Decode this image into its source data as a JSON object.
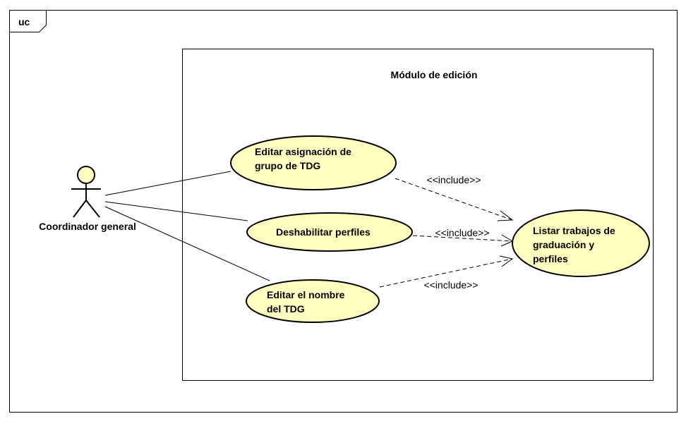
{
  "frame": {
    "label": "uc"
  },
  "system_boundary": {
    "title": "Módulo de edición"
  },
  "actor": {
    "name": "Coordinador general"
  },
  "use_cases": [
    {
      "id": "uc1",
      "lines": [
        "Editar asignación de",
        "grupo de TDG"
      ]
    },
    {
      "id": "uc2",
      "lines": [
        "Deshabilitar perfiles"
      ]
    },
    {
      "id": "uc3",
      "lines": [
        "Editar el nombre",
        "del TDG"
      ]
    },
    {
      "id": "uc4",
      "lines": [
        "Listar trabajos de",
        "graduación y",
        "perfiles"
      ]
    }
  ],
  "relationships": [
    {
      "from": "uc1",
      "to": "uc4",
      "label": "<<include>>"
    },
    {
      "from": "uc2",
      "to": "uc4",
      "label": "<<include>>"
    },
    {
      "from": "uc3",
      "to": "uc4",
      "label": "<<include>>"
    }
  ],
  "colors": {
    "use_case_fill": "#ffffc0",
    "stroke": "#000000",
    "background": "#ffffff"
  }
}
